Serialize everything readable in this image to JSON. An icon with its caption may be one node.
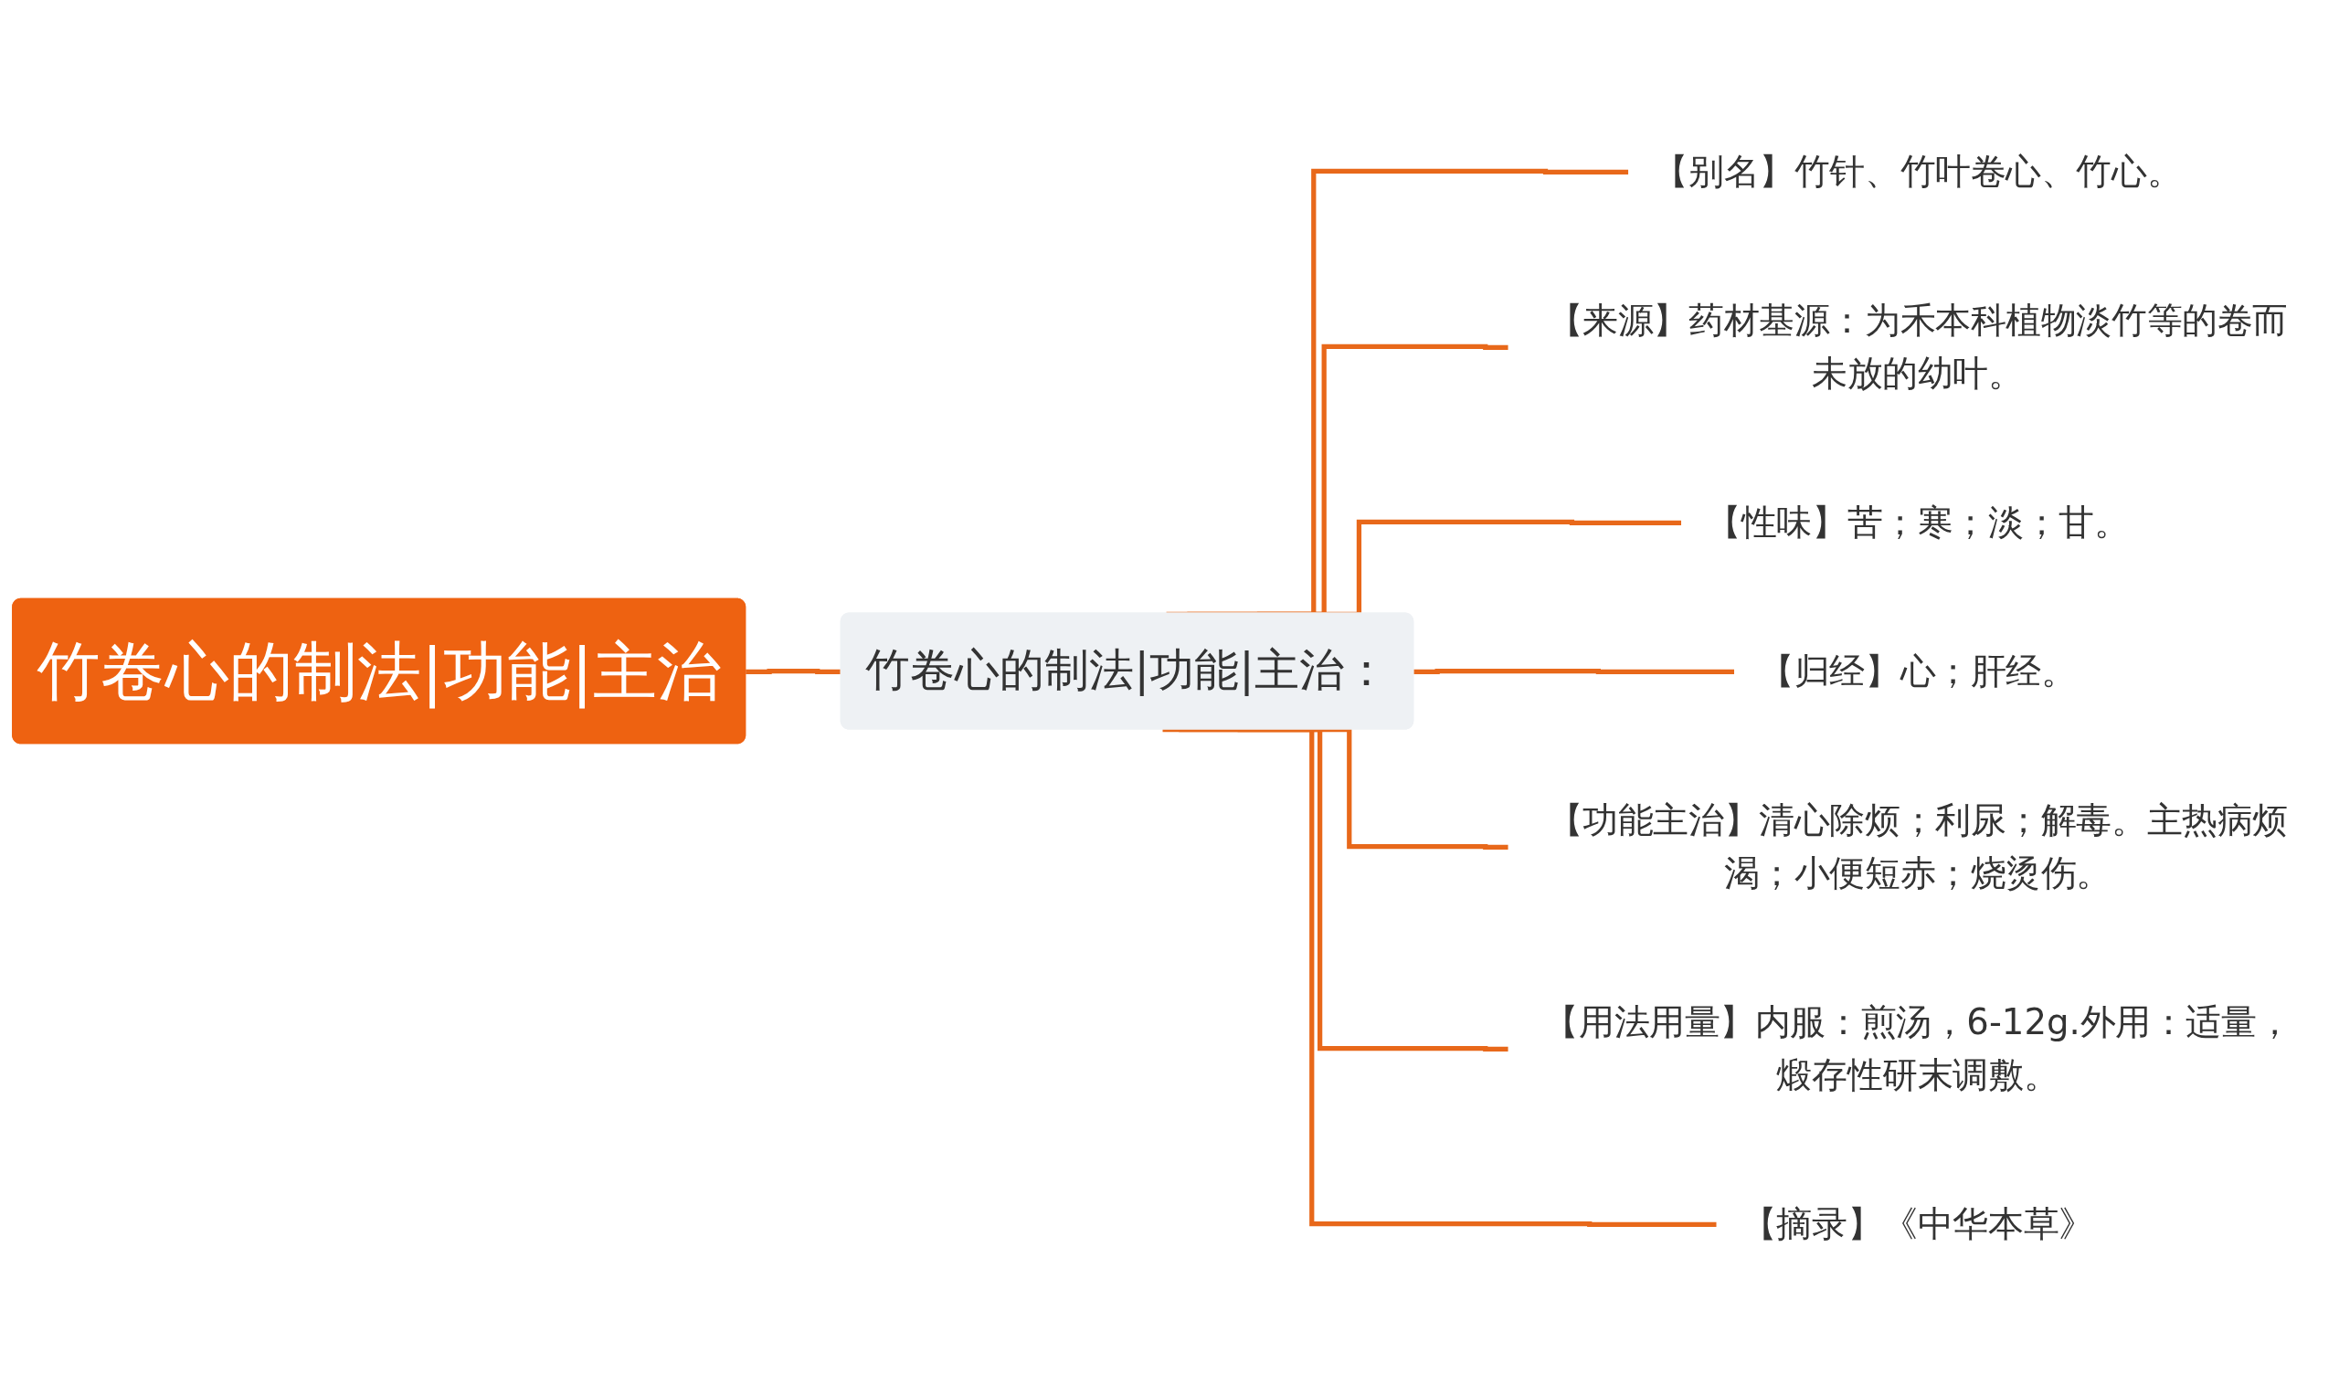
{
  "diagram": {
    "nodes": [
      {
        "text": [
          "竹卷心的制法|功能|主治"
        ]
      },
      {
        "text": [
          "竹卷心的制法|功能|主治："
        ]
      },
      {
        "text": [
          "【别名】竹针、竹叶卷心、竹心。"
        ]
      },
      {
        "text": [
          "【来源】药材基源：为禾本科植物淡竹等的卷而未放的幼叶。"
        ]
      },
      {
        "text": [
          "【性味】苦；寒；淡；甘。"
        ]
      },
      {
        "text": [
          "【归经】心；肝经。"
        ]
      },
      {
        "text": [
          "【功能主治】清心除烦；利尿；解毒。主热病烦渴；小便短赤；烧烫伤。"
        ]
      },
      {
        "text": [
          "【用法用量】内服：煎汤，6-12g.外用：适量，煅存性研末调敷。"
        ]
      },
      {
        "text": [
          "【摘录】《中华本草》"
        ]
      }
    ],
    "edges": [
      {
        "from": 0,
        "to": 1,
        "arrow": "none"
      },
      {
        "from": 1,
        "to": 2,
        "arrow": "none"
      },
      {
        "from": 1,
        "to": 3,
        "arrow": "none"
      },
      {
        "from": 1,
        "to": 4,
        "arrow": "none"
      },
      {
        "from": 1,
        "to": 5,
        "arrow": "none"
      },
      {
        "from": 1,
        "to": 6,
        "arrow": "none"
      },
      {
        "from": 1,
        "to": 7,
        "arrow": "none"
      },
      {
        "from": 1,
        "to": 8,
        "arrow": "none"
      }
    ]
  }
}
